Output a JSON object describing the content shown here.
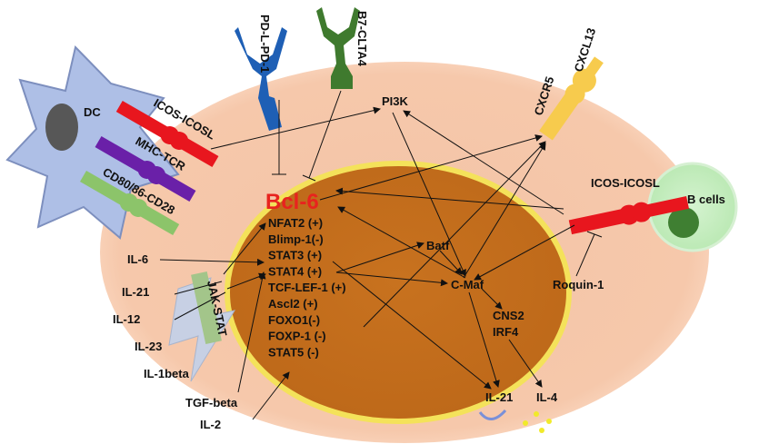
{
  "labels": {
    "dc": "DC",
    "b_cells": "B cells",
    "pdl_pd1": "PD-L-PD-1",
    "b7_cltaa4": "B7-CLTA4",
    "icos_icosl_left": "ICOS-ICOSL",
    "mhc_tcr": "MHC-TCR",
    "cd80_cd28": "CD80/86-CD28",
    "cxcr5": "CXCR5",
    "cxcl13": "CXCL13",
    "pi3k": "PI3K",
    "bcl6": "Bcl-6",
    "icos_icosl_right": "ICOS-ICOSL",
    "batf": "Batf",
    "cmaf": "C-Maf",
    "roquin": "Roquin-1",
    "cns2": "CNS2",
    "irf4": "IRF4",
    "il21_out": "IL-21",
    "il4_out": "IL-4",
    "jak_stat": "JAK-STAT"
  },
  "factors": [
    "NFAT2 (+)",
    "Blimp-1(-)",
    "STAT3 (+)",
    "STAT4 (+)",
    "TCF-LEF-1 (+)",
    "Ascl2 (+)",
    "FOXO1(-)",
    "FOXP-1 (-)",
    "STAT5 (-)"
  ],
  "cytokines": [
    "IL-6",
    "IL-21",
    "IL-12",
    "IL-23",
    "IL-1beta",
    "TGF-beta",
    "IL-2"
  ],
  "colors": {
    "cell_outer": "#f7c9ac",
    "nucleus": "#c7711f",
    "nucleus_rim": "#f4e25a",
    "dc": "#aebfe6",
    "b_cell": "#c5eec0",
    "b_nucleus": "#3f7f32",
    "icos": "#e8161e",
    "mhc": "#6a20a8",
    "cd28": "#8cc46a",
    "pd1": "#1e5fb5",
    "b7": "#3f7a2e",
    "cxcr5": "#f7cb4d",
    "jak": "#a3c58a"
  }
}
